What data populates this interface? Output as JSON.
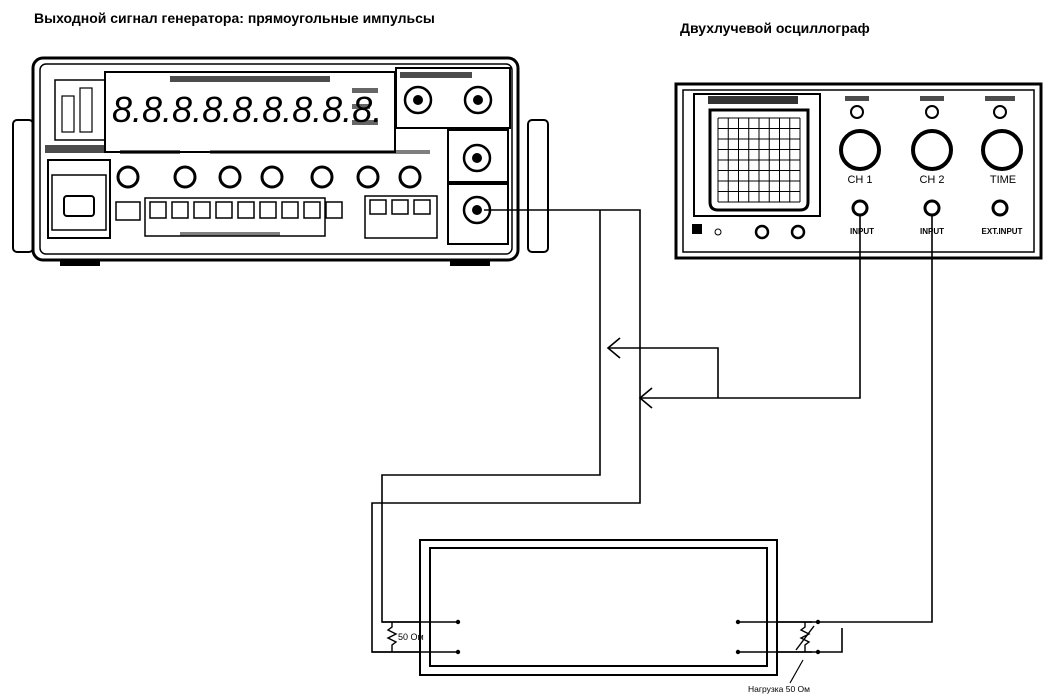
{
  "titles": {
    "generator": "Выходной сигнал генератора: прямоугольные импульсы",
    "oscilloscope": "Двухлучевой осциллограф"
  },
  "generator": {
    "display": "8.8.8.8.8.8.8.8.8."
  },
  "oscilloscope": {
    "channel1_label": "CH 1",
    "channel2_label": "CH 2",
    "time_label": "TIME",
    "input1_label": "INPUT",
    "input2_label": "INPUT",
    "ext_input_label": "EXT.INPUT"
  },
  "board": {
    "resistor_left_label": "50 Ом",
    "load_label": "Нагрузка 50 Ом"
  }
}
